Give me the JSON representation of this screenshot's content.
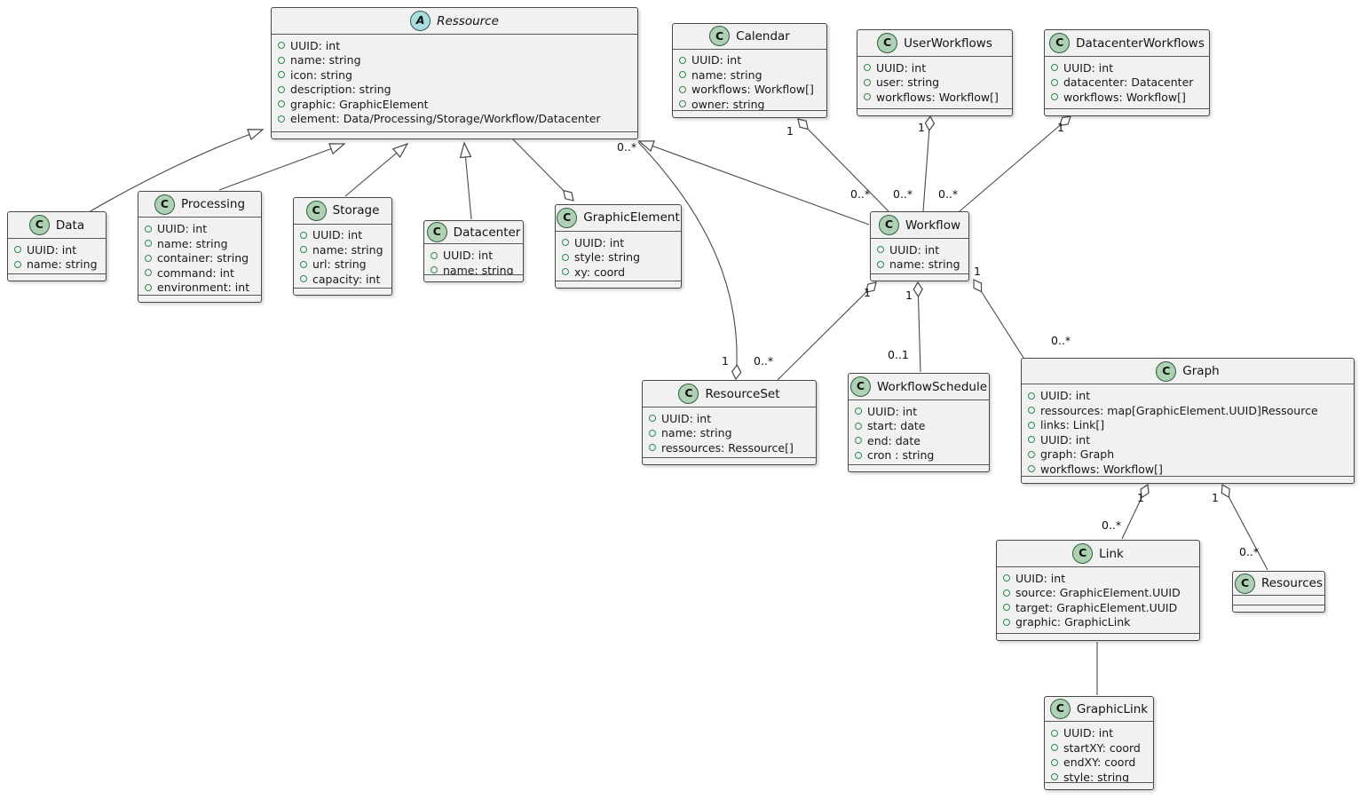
{
  "diagram": {
    "colors": {
      "class_icon_fill": "#ADD1B2",
      "abstract_icon_fill": "#A9DCDF",
      "box_fill": "#F1F1F2",
      "box_border": "#46484A",
      "edge_stroke": "#48494B",
      "field_bullet": "#2F8A4C"
    },
    "classes": [
      {
        "id": "ressource",
        "stereotype": "A",
        "name": "Ressource",
        "attributes": [
          "UUID: int",
          "name: string",
          "icon: string",
          "description: string",
          "graphic: GraphicElement",
          "element: Data/Processing/Storage/Workflow/Datacenter"
        ]
      },
      {
        "id": "calendar",
        "stereotype": "C",
        "name": "Calendar",
        "attributes": [
          "UUID: int",
          "name: string",
          "workflows: Workflow[]",
          "owner: string"
        ]
      },
      {
        "id": "user_workflows",
        "stereotype": "C",
        "name": "UserWorkflows",
        "attributes": [
          "UUID: int",
          "user: string",
          "workflows: Workflow[]"
        ]
      },
      {
        "id": "datacenter_workflows",
        "stereotype": "C",
        "name": "DatacenterWorkflows",
        "attributes": [
          "UUID: int",
          "datacenter: Datacenter",
          "workflows: Workflow[]"
        ]
      },
      {
        "id": "data",
        "stereotype": "C",
        "name": "Data",
        "attributes": [
          "UUID: int",
          "name: string"
        ]
      },
      {
        "id": "processing",
        "stereotype": "C",
        "name": "Processing",
        "attributes": [
          "UUID: int",
          "name: string",
          "container: string",
          "command: int",
          "environment: int"
        ]
      },
      {
        "id": "storage",
        "stereotype": "C",
        "name": "Storage",
        "attributes": [
          "UUID: int",
          "name: string",
          "url: string",
          "capacity: int"
        ]
      },
      {
        "id": "datacenter",
        "stereotype": "C",
        "name": "Datacenter",
        "attributes": [
          "UUID: int",
          "name: string"
        ]
      },
      {
        "id": "graphic_element",
        "stereotype": "C",
        "name": "GraphicElement",
        "attributes": [
          "UUID: int",
          "style: string",
          "xy: coord"
        ]
      },
      {
        "id": "workflow",
        "stereotype": "C",
        "name": "Workflow",
        "attributes": [
          "UUID: int",
          "name: string"
        ]
      },
      {
        "id": "resource_set",
        "stereotype": "C",
        "name": "ResourceSet",
        "attributes": [
          "UUID: int",
          "name: string",
          "ressources: Ressource[]"
        ]
      },
      {
        "id": "workflow_schedule",
        "stereotype": "C",
        "name": "WorkflowSchedule",
        "attributes": [
          "UUID: int",
          "start: date",
          "end: date",
          "cron : string"
        ]
      },
      {
        "id": "graph",
        "stereotype": "C",
        "name": "Graph",
        "attributes": [
          "UUID: int",
          "ressources: map[GraphicElement.UUID]Ressource",
          "links: Link[]",
          "UUID: int",
          "graph: Graph",
          "workflows: Workflow[]"
        ]
      },
      {
        "id": "link",
        "stereotype": "C",
        "name": "Link",
        "attributes": [
          "UUID: int",
          "source: GraphicElement.UUID",
          "target: GraphicElement.UUID",
          "graphic: GraphicLink"
        ]
      },
      {
        "id": "resources",
        "stereotype": "C",
        "name": "Resources",
        "attributes": []
      },
      {
        "id": "graphic_link",
        "stereotype": "C",
        "name": "GraphicLink",
        "attributes": [
          "UUID: int",
          "startXY: coord",
          "endXY: coord",
          "style: string"
        ]
      }
    ],
    "edge_labels": [
      {
        "id": "calendar-workflow",
        "near_source": "1",
        "near_target": "0..*"
      },
      {
        "id": "userworkflows-workflow",
        "near_source": "1",
        "near_target": "0..*"
      },
      {
        "id": "datacenterworkflows-workflow",
        "near_source": "1",
        "near_target": "0..*"
      },
      {
        "id": "ressource-resourceset",
        "near_source": "0..*",
        "near_target": "1"
      },
      {
        "id": "workflow-resourceset",
        "near_source": "1",
        "near_target": "0..*"
      },
      {
        "id": "workflow-workflowschedule",
        "near_source": "1",
        "near_target": "0..1"
      },
      {
        "id": "workflow-graph",
        "near_source": "1",
        "near_target": "0..*"
      },
      {
        "id": "graph-link",
        "near_source": "1",
        "near_target": "0..*"
      },
      {
        "id": "graph-resources",
        "near_source": "1",
        "near_target": "0..*"
      }
    ]
  }
}
